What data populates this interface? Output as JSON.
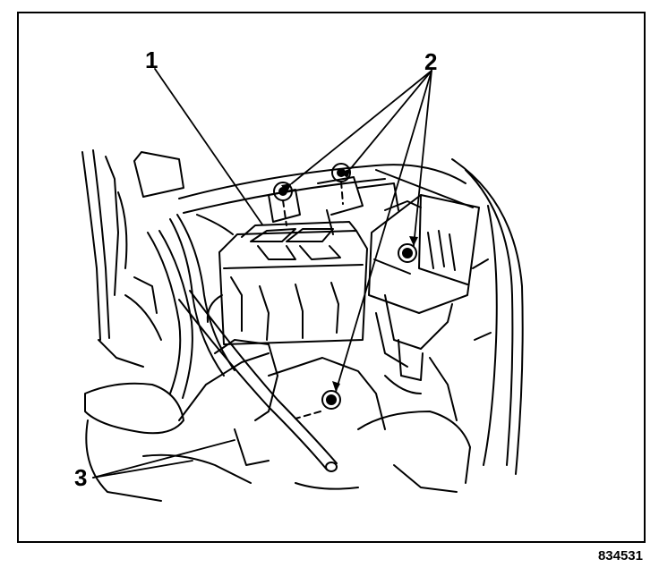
{
  "callouts": {
    "c1": "1",
    "c2": "2",
    "c3": "3"
  },
  "figure_number": "834531",
  "colors": {
    "ink": "#000000",
    "paper": "#ffffff"
  }
}
